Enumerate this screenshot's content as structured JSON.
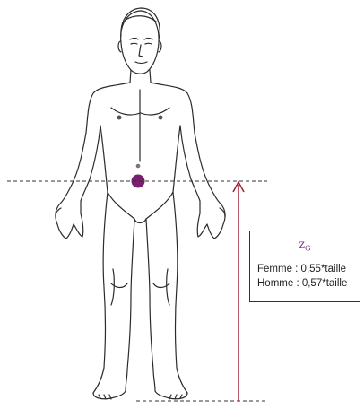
{
  "label": {
    "symbol": "z",
    "subscript": "G"
  },
  "formulas": {
    "women": "Femme  : 0,55*taille",
    "men": "Homme : 0,57*taille"
  },
  "colors": {
    "outline": "#2b2b2b",
    "arrow": "#a0142a",
    "center_of_gravity": "#7a1e6e",
    "label": "#7a2a8a"
  }
}
